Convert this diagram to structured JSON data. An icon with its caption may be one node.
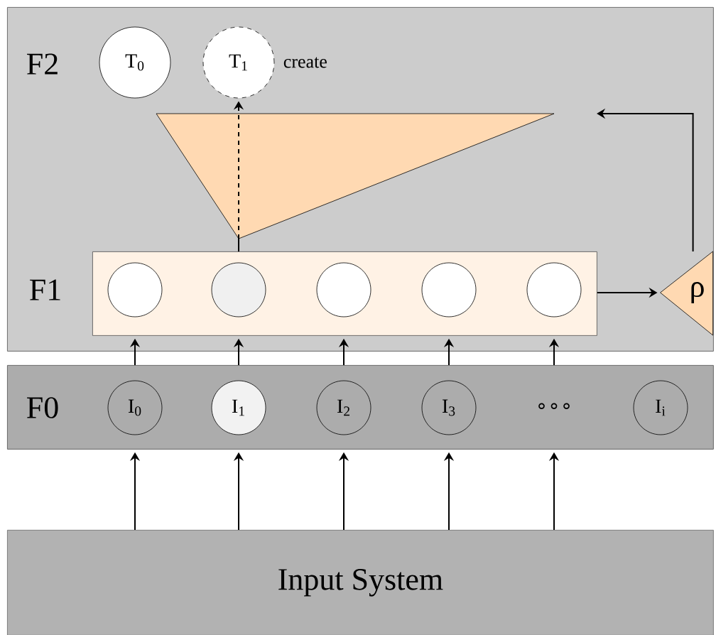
{
  "diagram": {
    "nodes": [
      {
        "text": [
          "F2"
        ]
      },
      {
        "text": [
          "T$_{0}$"
        ],
        "in": 0
      },
      {
        "text": [
          "T$_{1}$"
        ],
        "beside": [
          "create"
        ],
        "in": 0
      },
      {
        "text": [],
        "shape": "triangle",
        "in": 0
      },
      {
        "text": [
          "F1"
        ],
        "in": 0
      },
      {
        "text": [],
        "shape": "circle",
        "in": 4
      },
      {
        "text": [],
        "shape": "circle",
        "in": 4
      },
      {
        "text": [],
        "shape": "circle",
        "in": 4
      },
      {
        "text": [],
        "shape": "circle",
        "in": 4
      },
      {
        "text": [],
        "shape": "circle",
        "in": 4
      },
      {
        "text": [
          "ρ"
        ],
        "in": 0
      },
      {
        "text": [
          "F0"
        ]
      },
      {
        "text": [
          "I$_{0}$"
        ],
        "in": 11
      },
      {
        "text": [
          "I$_{1}$"
        ],
        "in": 11
      },
      {
        "text": [
          "I$_{2}$"
        ],
        "in": 11
      },
      {
        "text": [
          "I$_{3}$"
        ],
        "in": 11
      },
      {
        "text": [
          "∘∘∘"
        ],
        "in": 11
      },
      {
        "text": [
          "I$_{i}$"
        ],
        "in": 11
      },
      {
        "text": [
          "Input System"
        ]
      }
    ],
    "edges": [
      {
        "from": 18,
        "to": 11,
        "arrow": "to"
      },
      {
        "from": 18,
        "to": 11,
        "arrow": "to"
      },
      {
        "from": 18,
        "to": 11,
        "arrow": "to"
      },
      {
        "from": 18,
        "to": 11,
        "arrow": "to"
      },
      {
        "from": 18,
        "to": 11,
        "arrow": "to"
      },
      {
        "from": 11,
        "to": 4,
        "arrow": "to"
      },
      {
        "from": 11,
        "to": 4,
        "arrow": "to"
      },
      {
        "from": 11,
        "to": 4,
        "arrow": "to"
      },
      {
        "from": 11,
        "to": 4,
        "arrow": "to"
      },
      {
        "from": 11,
        "to": 4,
        "arrow": "to"
      },
      {
        "from": 4,
        "to": 3,
        "arrow": "none"
      },
      {
        "from": 3,
        "to": 2,
        "arrow": "to",
        "style": "dashed"
      },
      {
        "from": 4,
        "to": 10,
        "arrow": "to"
      },
      {
        "from": 10,
        "to": null,
        "arrow": "to"
      }
    ]
  }
}
